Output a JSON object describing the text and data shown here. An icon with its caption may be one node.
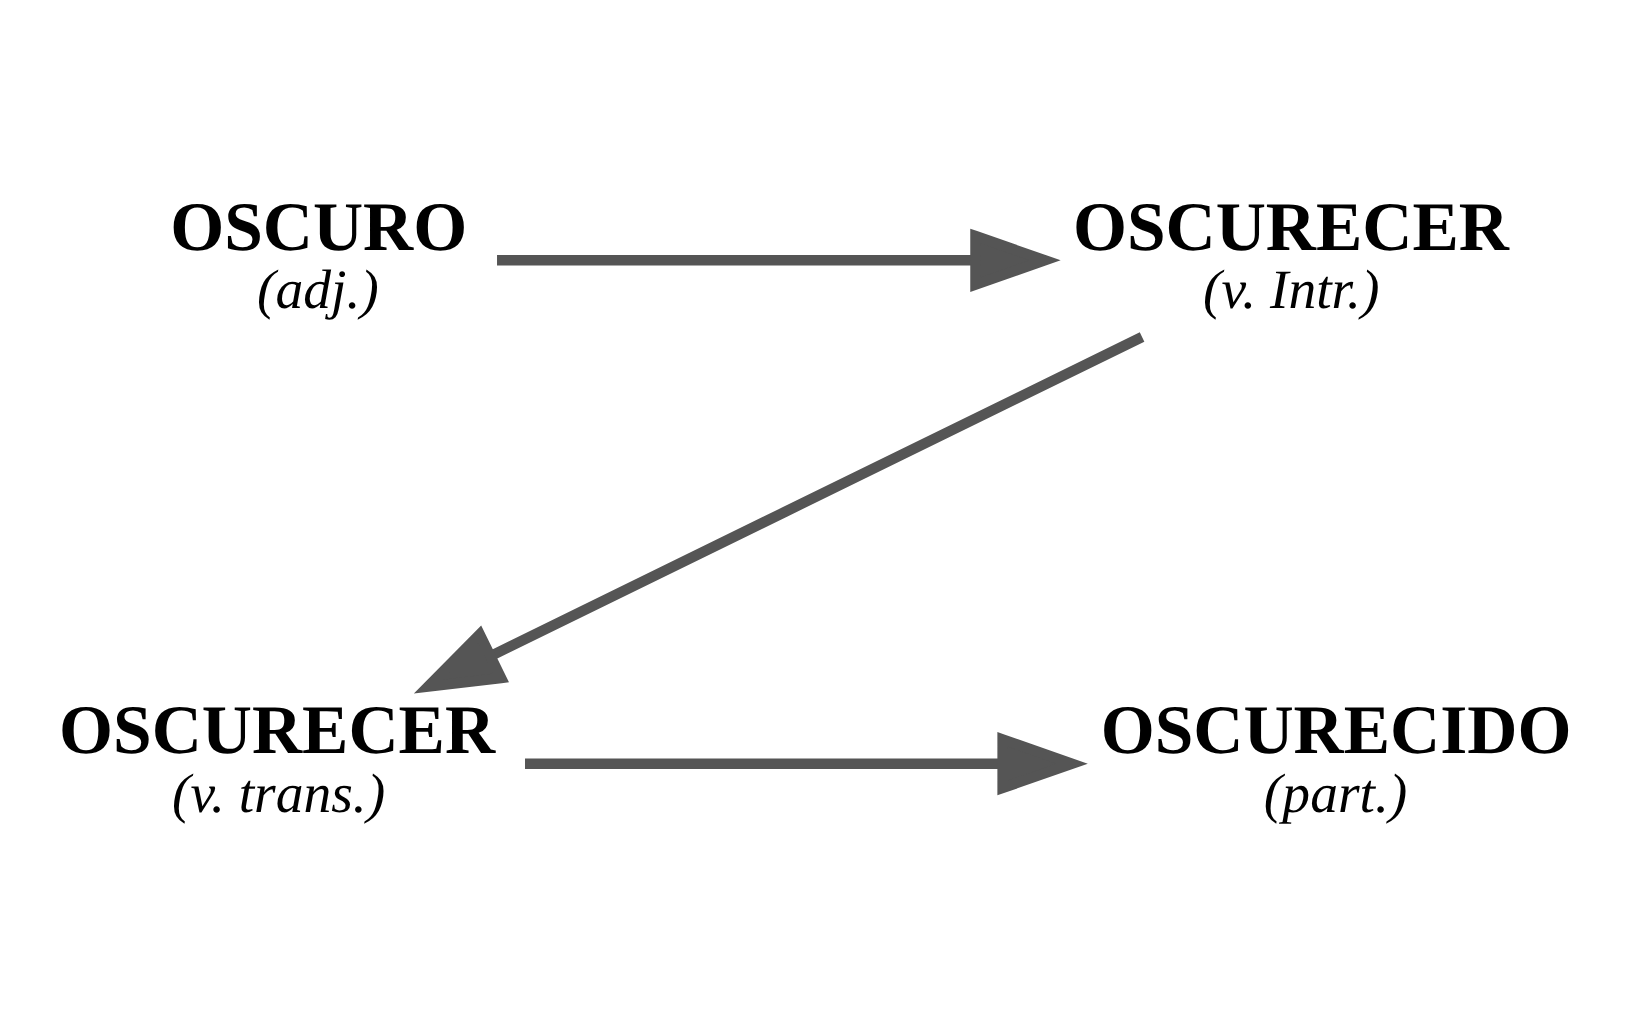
{
  "diagram": {
    "nodes": [
      {
        "text": [
          "OSCURO",
          "(adj.)"
        ]
      },
      {
        "text": [
          "OSCURECER",
          "(v. Intr.)"
        ]
      },
      {
        "text": [
          "OSCURECER",
          "(v. trans.)"
        ]
      },
      {
        "text": [
          "OSCURECIDO",
          "(part.)"
        ]
      }
    ],
    "edges": [
      {
        "from": 0,
        "to": 1,
        "arrow": "to"
      },
      {
        "from": 1,
        "to": 2,
        "arrow": "to"
      },
      {
        "from": 2,
        "to": 3,
        "arrow": "to"
      }
    ]
  }
}
